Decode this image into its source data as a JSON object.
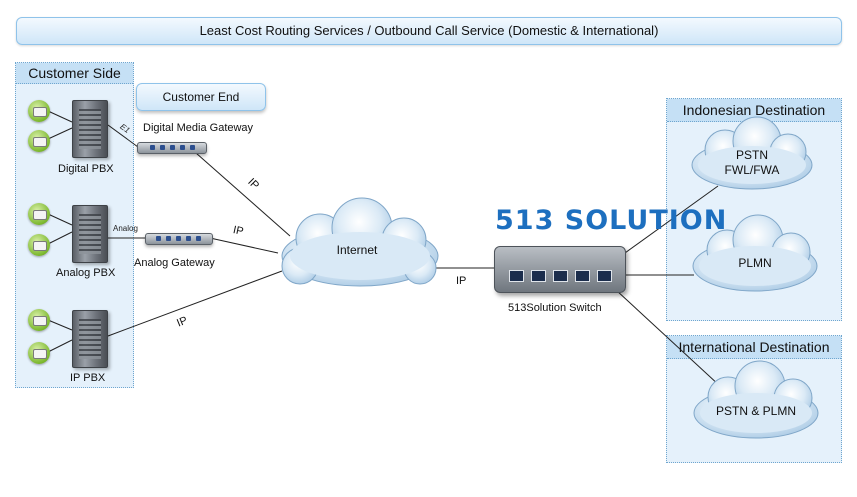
{
  "header": {
    "title": "Least Cost Routing Services / Outbound Call Service (Domestic & International)"
  },
  "customer_side": {
    "title": "Customer Side",
    "pbx": [
      {
        "label": "Digital PBX"
      },
      {
        "label": "Analog PBX"
      },
      {
        "label": "IP PBX"
      }
    ],
    "link_labels": {
      "e1": "E1",
      "analog": "Analog"
    }
  },
  "customer_end": {
    "label": "Customer End"
  },
  "gateways": {
    "digital": "Digital Media Gateway",
    "analog": "Analog Gateway"
  },
  "internet": {
    "label": "Internet"
  },
  "ip_labels": {
    "digital": "IP",
    "analog": "IP",
    "ip_pbx": "IP",
    "switch": "IP"
  },
  "provider": {
    "logo_text": "513 SOLUTION",
    "switch_label": "513Solution Switch"
  },
  "indonesian": {
    "title": "Indonesian Destination",
    "clouds": [
      {
        "line1": "PSTN",
        "line2": "FWL/FWA"
      },
      {
        "line1": "PLMN",
        "line2": ""
      }
    ]
  },
  "international": {
    "title": "International Destination",
    "clouds": [
      {
        "line1": "PSTN & PLMN",
        "line2": ""
      }
    ]
  },
  "colors": {
    "zone_fill": "#e5f1fb",
    "zone_border": "#6fa6cf",
    "cloud_fill": "#cfe5f4",
    "logo_blue": "#1d6fbf"
  }
}
